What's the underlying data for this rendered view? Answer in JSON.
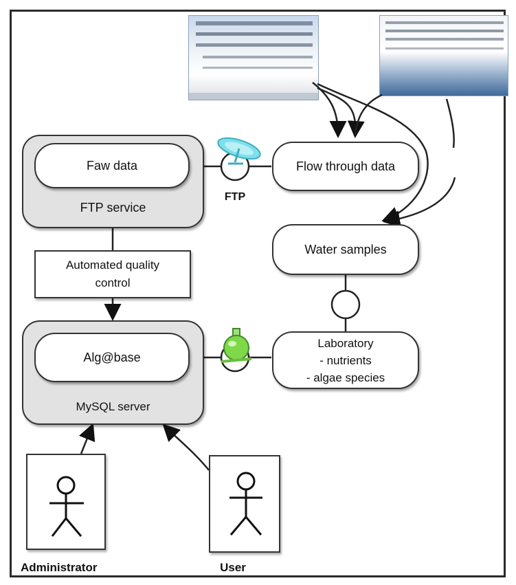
{
  "nodes": {
    "raw_data": "Faw data",
    "ftp_service": "FTP service",
    "automated_qc": [
      "Automated quality",
      "control"
    ],
    "algabase": "Alg@base",
    "mysql_server": "MySQL server",
    "flow_through": "Flow through data",
    "water_samples": "Water samples",
    "laboratory": [
      "Laboratory",
      "- nutrients",
      "- algae species"
    ]
  },
  "connector_labels": {
    "ftp": "FTP"
  },
  "actors": {
    "administrator": "Administrator",
    "user": "User"
  },
  "icons": {
    "satellite": "satellite-dish-icon",
    "flask": "chemistry-flask-icon",
    "ship": "ship-photo"
  }
}
